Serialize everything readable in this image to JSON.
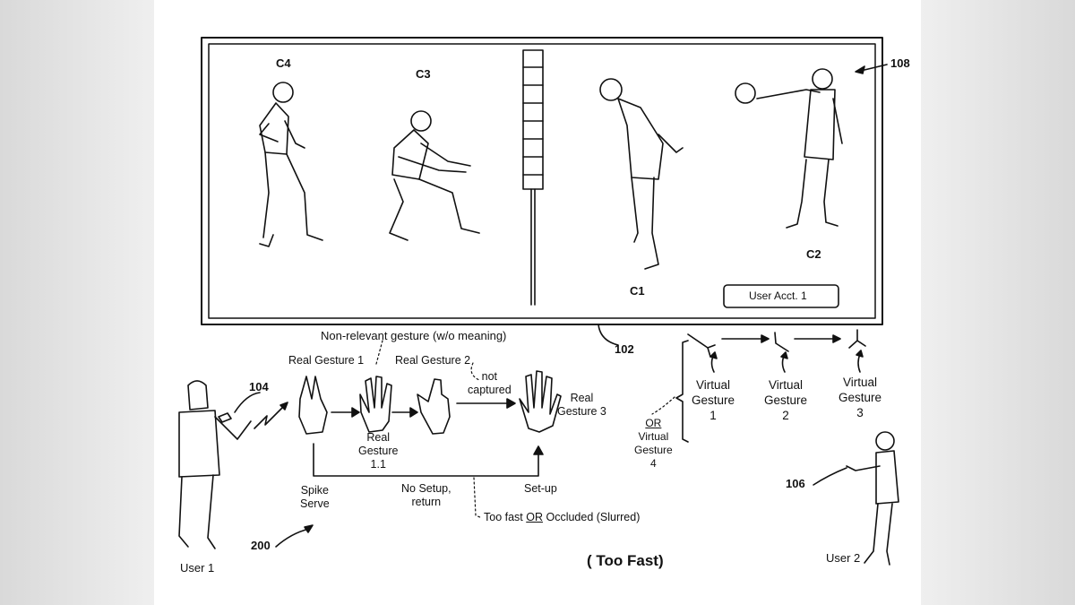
{
  "screen": {
    "ref": "108",
    "display_ref": "102",
    "characters": [
      "C4",
      "C3",
      "C1",
      "C2"
    ],
    "account_label": "User Acct. 1"
  },
  "gestures": {
    "non_relevant": "Non-relevant gesture (w/o meaning)",
    "real_1": "Real Gesture 1",
    "real_1_1": [
      "Real",
      "Gesture",
      "1.1"
    ],
    "real_2": "Real Gesture 2",
    "not_captured": [
      "not",
      "captured"
    ],
    "real_3": [
      "Real",
      "Gesture 3"
    ],
    "spike_serve": [
      "Spike",
      "Serve"
    ],
    "no_setup": [
      "No Setup,",
      "return"
    ],
    "setup": "Set-up",
    "too_fast_pre": "Too fast ",
    "too_fast_or": "OR",
    "too_fast_post": " Occluded (Slurred)"
  },
  "virtual": {
    "v1": [
      "Virtual",
      "Gesture",
      "1"
    ],
    "v2": [
      "Virtual",
      "Gesture",
      "2"
    ],
    "v3": [
      "Virtual",
      "Gesture",
      "3"
    ],
    "v4_or": "OR",
    "v4": [
      "Virtual",
      "Gesture",
      "4"
    ]
  },
  "refs": {
    "device": "104",
    "user2_device": "106",
    "figure": "200"
  },
  "users": {
    "user1": "User 1",
    "user2": "User 2"
  },
  "caption": "( Too Fast)"
}
